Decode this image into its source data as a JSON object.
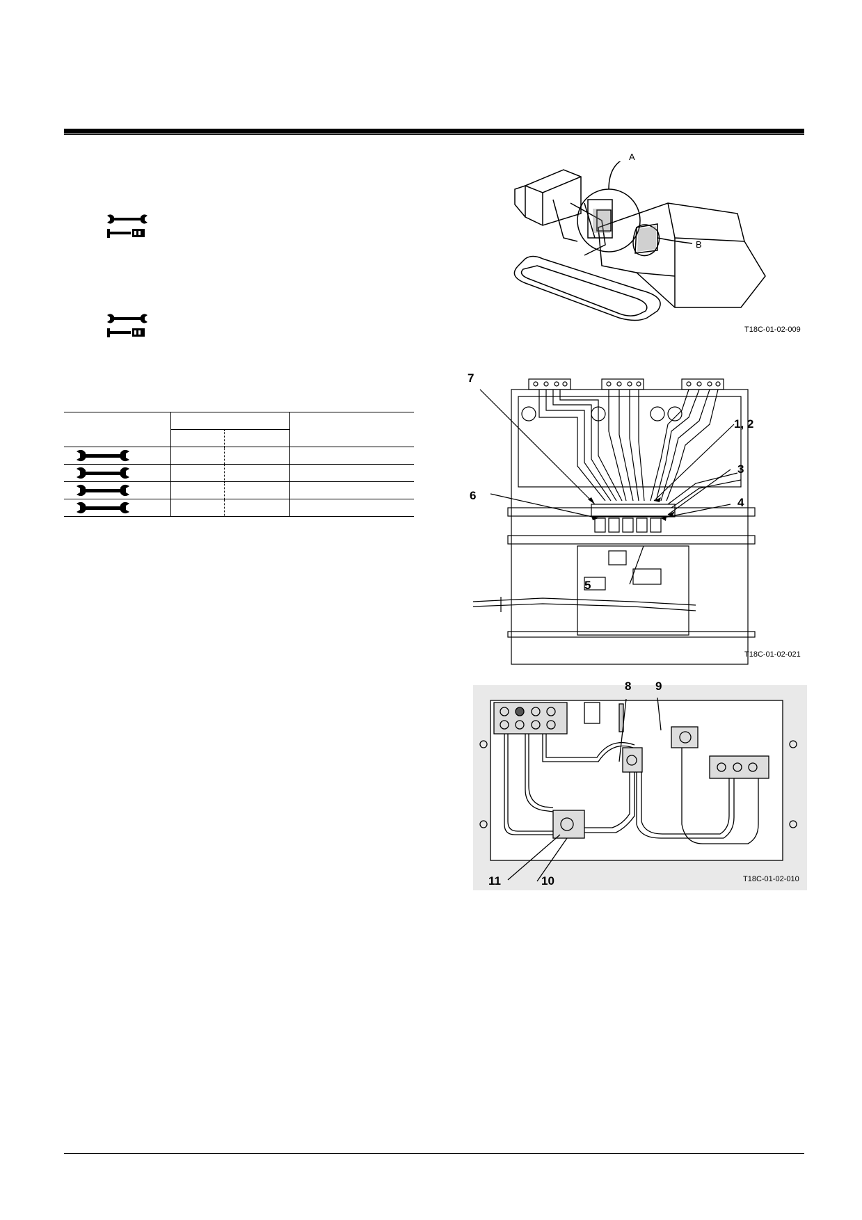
{
  "figures": {
    "fig1": {
      "code": "T18C-01-02-009",
      "labels": {
        "a": "A",
        "b": "B"
      }
    },
    "fig2": {
      "code": "T18C-01-02-021",
      "callouts": {
        "c7": "7",
        "c12": "1, 2",
        "c3": "3",
        "c6": "6",
        "c4": "4",
        "c5": "5"
      }
    },
    "fig3": {
      "code": "T18C-01-02-010",
      "callouts": {
        "c8": "8",
        "c9": "9",
        "c11": "11",
        "c10": "10"
      }
    }
  },
  "icons": {
    "wrench": "wrench-icon",
    "torque_wrench": "torque-wrench-icon"
  }
}
